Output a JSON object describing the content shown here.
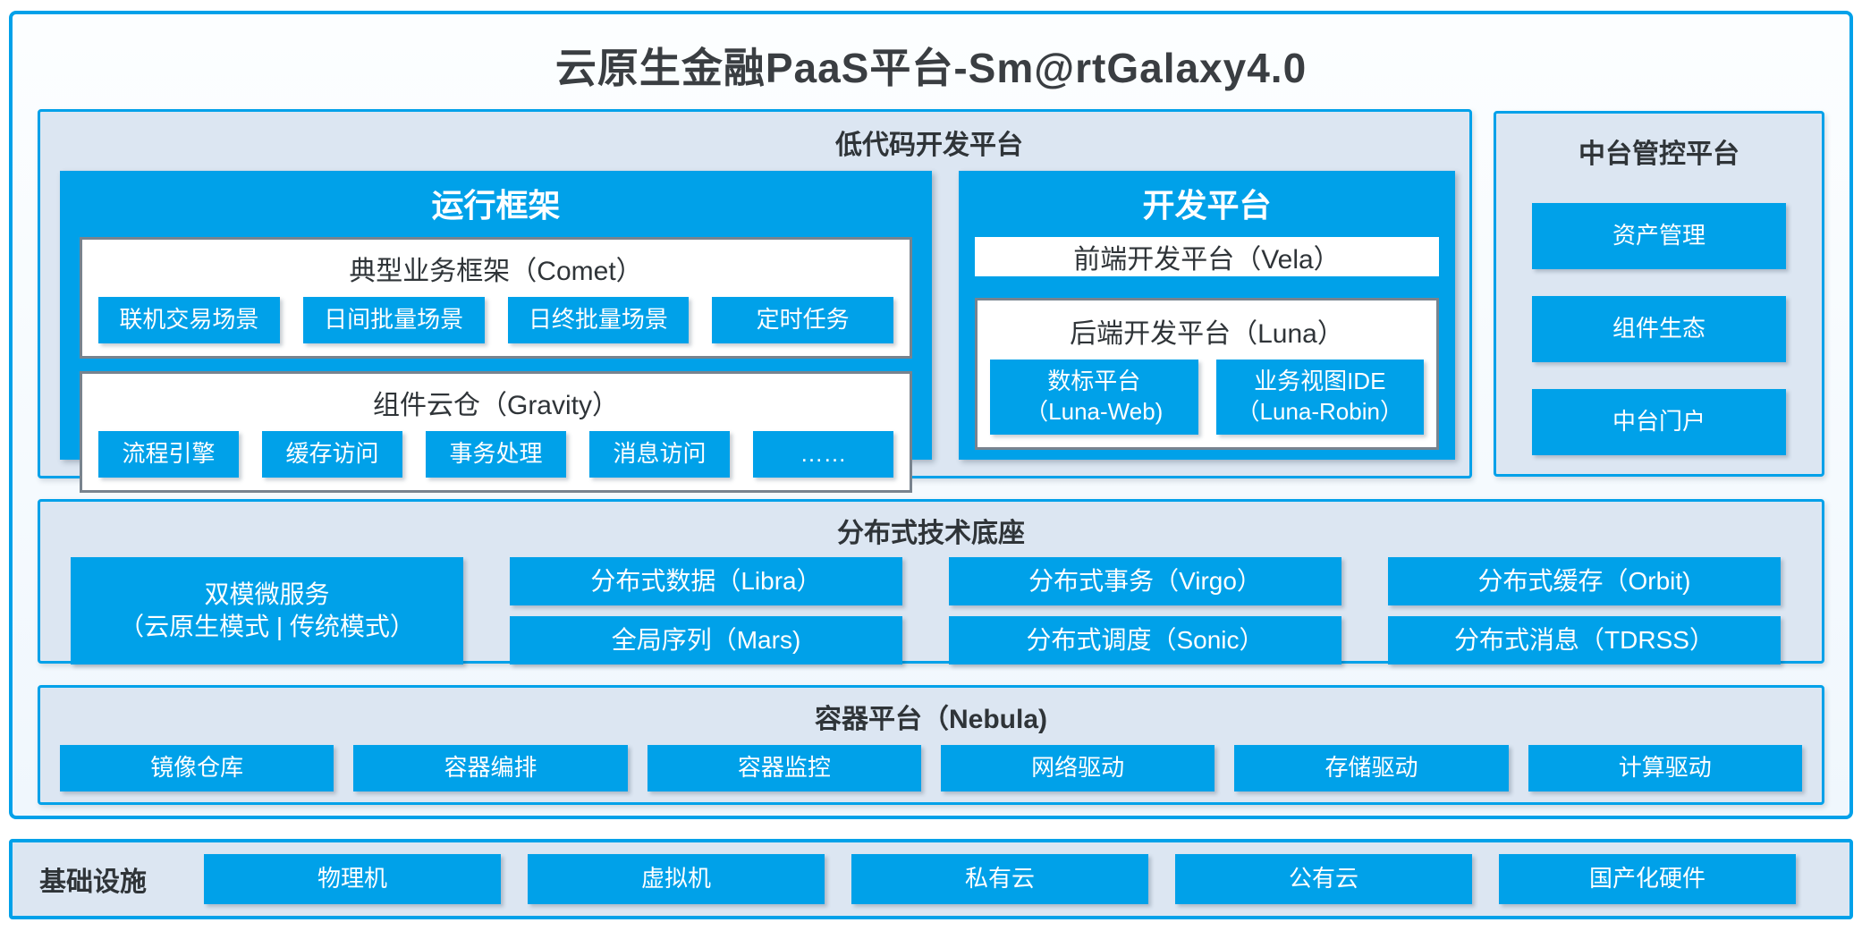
{
  "title": "云原生金融PaaS平台-Sm@rtGalaxy4.0",
  "colors": {
    "accent_blue": "#00A1E9",
    "panel_fill": "#DCE6F2",
    "dark_text": "#2F3438",
    "gray_border": "#78838E",
    "white": "#FFFFFF"
  },
  "lowcode": {
    "header": "低代码开发平台",
    "runtime": {
      "title": "运行框架",
      "comet": {
        "title": "典型业务框架（Comet）",
        "items": [
          "联机交易场景",
          "日间批量场景",
          "日终批量场景",
          "定时任务"
        ]
      },
      "gravity": {
        "title": "组件云仓（Gravity）",
        "items": [
          "流程引擎",
          "缓存访问",
          "事务处理",
          "消息访问",
          "……"
        ]
      }
    },
    "dev": {
      "title": "开发平台",
      "vela": "前端开发平台（Vela）",
      "luna": {
        "title": "后端开发平台（Luna）",
        "items": [
          {
            "line1": "数标平台",
            "line2": "（Luna-Web)"
          },
          {
            "line1": "业务视图IDE",
            "line2": "（Luna-Robin）"
          }
        ]
      }
    }
  },
  "midplatform": {
    "title": "中台管控平台",
    "items": [
      "资产管理",
      "组件生态",
      "中台门户"
    ]
  },
  "distributed": {
    "title": "分布式技术底座",
    "dual": {
      "line1": "双模微服务",
      "line2": "（云原生模式 | 传统模式）"
    },
    "col1": {
      "top": "分布式数据（Libra）",
      "bottom": "全局序列（Mars)"
    },
    "col2": {
      "top": "分布式事务（Virgo）",
      "bottom": "分布式调度（Sonic）"
    },
    "col3": {
      "top": "分布式缓存（Orbit)",
      "bottom": "分布式消息（TDRSS）"
    }
  },
  "container_platform": {
    "title": "容器平台（Nebula)",
    "items": [
      "镜像仓库",
      "容器编排",
      "容器监控",
      "网络驱动",
      "存储驱动",
      "计算驱动"
    ]
  },
  "infrastructure": {
    "title": "基础设施",
    "items": [
      "物理机",
      "虚拟机",
      "私有云",
      "公有云",
      "国产化硬件"
    ]
  }
}
